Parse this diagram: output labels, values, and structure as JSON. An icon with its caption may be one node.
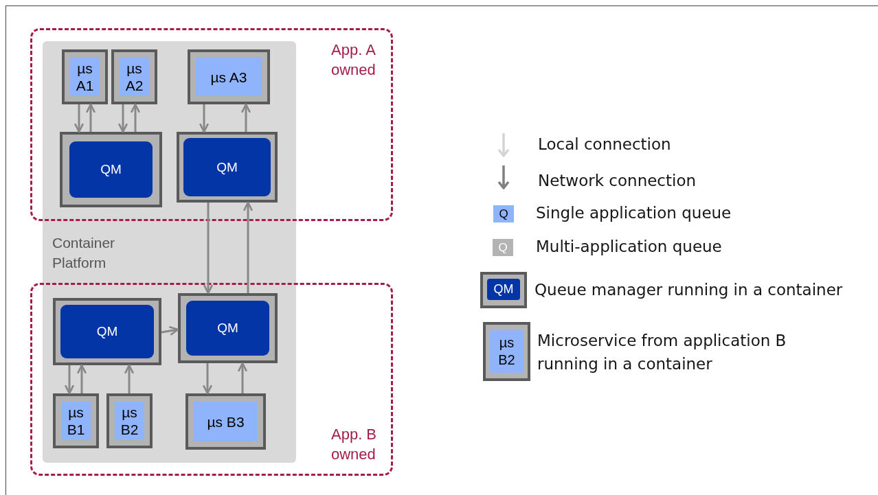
{
  "diagram": {
    "nodes": [
      {
        "text": [
          "µs A1"
        ]
      },
      {
        "text": [
          "µs A2"
        ]
      },
      {
        "text": [
          "µs A3"
        ]
      },
      {
        "text": [
          "QM"
        ]
      },
      {
        "text": [
          "QM"
        ]
      },
      {
        "text": [
          "QM"
        ]
      },
      {
        "text": [
          "QM"
        ]
      },
      {
        "text": [
          "µs B1"
        ]
      },
      {
        "text": [
          "µs B2"
        ]
      },
      {
        "text": [
          "µs B3"
        ]
      }
    ],
    "edges": [
      {
        "from": 0,
        "to": 3,
        "arrow": "to"
      },
      {
        "from": 3,
        "to": 0,
        "arrow": "to"
      },
      {
        "from": 1,
        "to": 3,
        "arrow": "to"
      },
      {
        "from": 3,
        "to": 1,
        "arrow": "to"
      },
      {
        "from": 2,
        "to": 4,
        "arrow": "to"
      },
      {
        "from": 4,
        "to": 2,
        "arrow": "to"
      },
      {
        "from": 4,
        "to": 6,
        "arrow": "to"
      },
      {
        "from": 6,
        "to": 4,
        "arrow": "to"
      },
      {
        "from": 5,
        "to": 6,
        "arrow": "to"
      },
      {
        "from": 5,
        "to": 7,
        "arrow": "to"
      },
      {
        "from": 7,
        "to": 5,
        "arrow": "to"
      },
      {
        "from": 8,
        "to": 5,
        "arrow": "to"
      },
      {
        "from": 6,
        "to": 9,
        "arrow": "to"
      },
      {
        "from": 9,
        "to": 6,
        "arrow": "to"
      }
    ],
    "labels": [
      "App. A owned",
      "Container Platform",
      "App. B owned",
      "Q",
      "Q",
      "QM",
      "µs B2"
    ],
    "legend": [
      {
        "text": "Local connection"
      },
      {
        "text": "Network connection"
      },
      {
        "text": "Single application queue",
        "color": "#8fb4fb"
      },
      {
        "text": "Multi-application queue",
        "color": "#b3b3b3"
      },
      {
        "text": "Queue manager running in a container"
      },
      {
        "text": "Microservice from application B running in a container"
      }
    ]
  }
}
